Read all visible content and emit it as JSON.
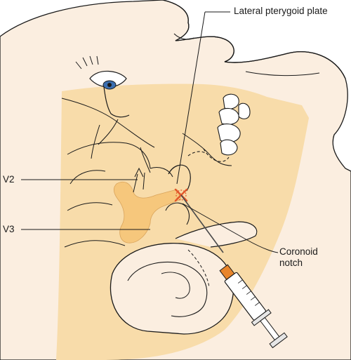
{
  "labels": {
    "lateral_pterygoid_plate": "Lateral pterygoid plate",
    "v2": "V2",
    "v3": "V3",
    "coronoid_notch_line1": "Coronoid",
    "coronoid_notch_line2": "notch"
  },
  "colors": {
    "skin": "#fbeee0",
    "bone": "#f8dcaa",
    "nerve": "#f6c77c",
    "outline": "#1a1a1a",
    "injection_mark": "#e2572b",
    "syringe_tip": "#e8852b",
    "iris": "#3b6fb0"
  }
}
